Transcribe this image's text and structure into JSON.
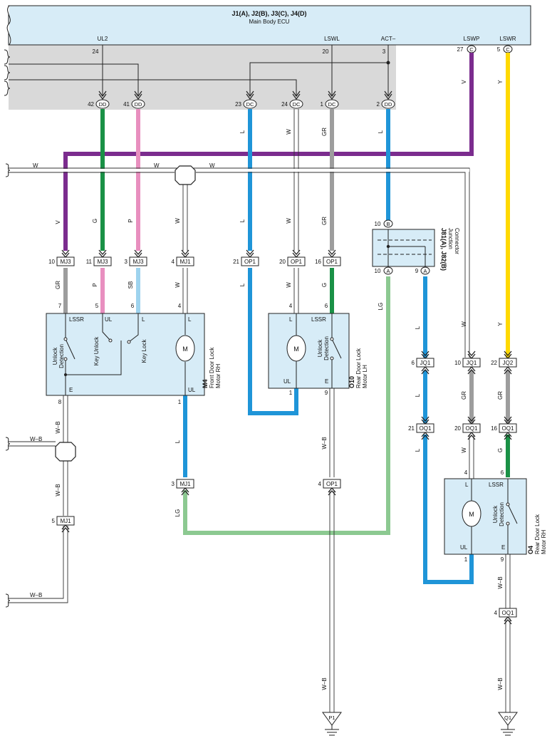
{
  "ecu": {
    "title": "J1(A), J2(B), J3(C), J4(D)",
    "subtitle": "Main Body ECU"
  },
  "ecu_pins": {
    "ul2": {
      "name": "UL2",
      "num": "24"
    },
    "lswl": {
      "name": "LSWL",
      "num": "20"
    },
    "act": {
      "name": "ACT–",
      "num": "3"
    },
    "lswp": {
      "name": "LSWP",
      "num": "27",
      "conn": "C"
    },
    "lswr": {
      "name": "LSWR",
      "num": "5",
      "conn": "C"
    }
  },
  "ecu_bottom_terms": [
    {
      "num": "42",
      "conn": "DD"
    },
    {
      "num": "41",
      "conn": "DD"
    },
    {
      "num": "23",
      "conn": "DC"
    },
    {
      "num": "24",
      "conn": "DC"
    },
    {
      "num": "1",
      "conn": "DC"
    },
    {
      "num": "2",
      "conn": "DD"
    }
  ],
  "wire_labels": {
    "w": "W",
    "v": "V",
    "y": "Y",
    "g": "G",
    "p": "P",
    "l": "L",
    "gr": "GR",
    "sb": "SB",
    "lg": "LG",
    "wb": "W–B"
  },
  "connectors": {
    "mj3": "MJ3",
    "mj1": "MJ1",
    "op1": "OP1",
    "jq1": "JQ1",
    "jq2": "JQ2",
    "oq1": "OQ1",
    "p1": "P1",
    "q1": "Q1"
  },
  "pin_numbers": {
    "n10": "10",
    "n11": "11",
    "n3": "3",
    "n4": "4",
    "n21": "21",
    "n20": "20",
    "n16": "16",
    "n7": "7",
    "n5": "5",
    "n6": "6",
    "n8": "8",
    "n1": "1",
    "n9": "9",
    "n22": "22"
  },
  "junction": {
    "name": "J81(A), J82(B)",
    "desc": [
      "Junction",
      "Connector"
    ],
    "term_a": "A",
    "term_b": "B"
  },
  "m4": {
    "code": "M4",
    "desc": [
      "Front Door Lock",
      "Motor RH"
    ],
    "lssr": "LSSR",
    "ul": "UL",
    "l": "L",
    "e": "E",
    "unlock": [
      "Unlock",
      "Detection"
    ],
    "key_unlock": "Key Unlock",
    "key_lock": "Key Lock",
    "motor": "M"
  },
  "o10": {
    "code": "O10",
    "desc": [
      "Rear Door Lock",
      "Motor LH"
    ],
    "lssr": "LSSR",
    "ul": "UL",
    "l": "L",
    "e": "E",
    "unlock": [
      "Unlock",
      "Detection"
    ],
    "motor": "M"
  },
  "o4": {
    "code": "O4",
    "desc": [
      "Rear Door Lock",
      "Motor RH"
    ],
    "lssr": "LSSR",
    "ul": "UL",
    "l": "L",
    "e": "E",
    "unlock": [
      "Unlock",
      "Detection"
    ],
    "motor": "M"
  },
  "colors": {
    "violet": "#7b2c8e",
    "green": "#1a9146",
    "pink": "#e88fbf",
    "blue": "#1f95d8",
    "gray": "#9d9d9d",
    "yellow": "#ffd900",
    "lightblue": "#9ed3ee",
    "lightgreen": "#8cc991",
    "ecu_fill": "#d7ecf7",
    "shade": "#d9d9d9"
  }
}
